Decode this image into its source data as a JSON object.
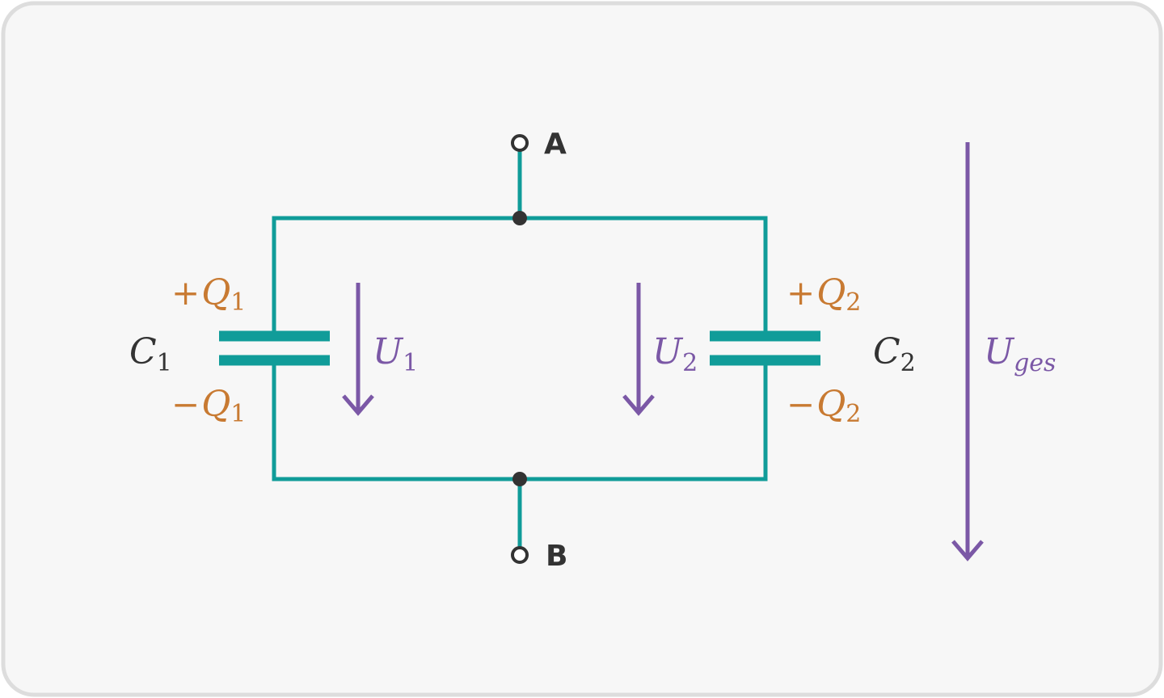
{
  "colors": {
    "wire": "#109c99",
    "plate": "#109c99",
    "charge": "#c87a32",
    "voltage": "#7b58a6",
    "text": "#333333",
    "node": "#333333",
    "background": "#f7f7f7",
    "border": "#dddddd"
  },
  "terminals": {
    "a": "A",
    "b": "B"
  },
  "capacitor1": {
    "symbol": "C",
    "index": "1",
    "charge_plus_sign": "+",
    "charge_minus_sign": "−",
    "charge_symbol": "Q",
    "charge_index": "1",
    "voltage_symbol": "U",
    "voltage_index": "1"
  },
  "capacitor2": {
    "symbol": "C",
    "index": "2",
    "charge_plus_sign": "+",
    "charge_minus_sign": "−",
    "charge_symbol": "Q",
    "charge_index": "2",
    "voltage_symbol": "U",
    "voltage_index": "2"
  },
  "total_voltage": {
    "symbol": "U",
    "index": "ges"
  }
}
